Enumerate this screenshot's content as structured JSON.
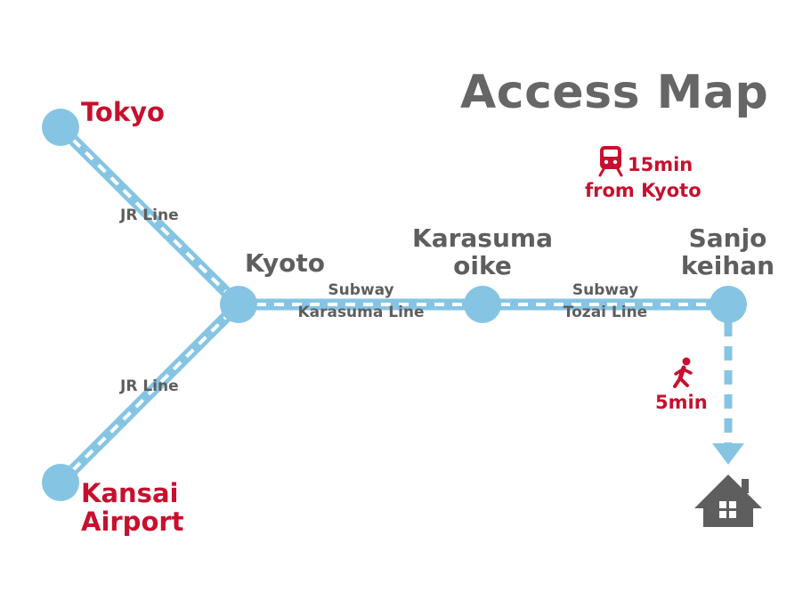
{
  "title": "Access Map",
  "colors": {
    "line": "#85c5e3",
    "accent": "#c8102e",
    "text": "#5e5e5e",
    "house": "#5e5e5e"
  },
  "stations": {
    "tokyo": "Tokyo",
    "kyoto": "Kyoto",
    "karasuma_oike": [
      "Karasuma",
      "oike"
    ],
    "sanjo_keihan": [
      "Sanjo",
      "keihan"
    ],
    "kansai_airport": [
      "Kansai",
      "Airport"
    ]
  },
  "lines": {
    "jr_upper": "JR Line",
    "jr_lower": "JR Line",
    "subway_karasuma": [
      "Subway",
      "Karasuma Line"
    ],
    "subway_tozai": [
      "Subway",
      "Tozai Line"
    ]
  },
  "travel": {
    "train_time": "15min",
    "train_from": "from Kyoto",
    "walk_time": "5min"
  },
  "icons": [
    "train-icon",
    "walking-person-icon",
    "house-icon",
    "arrow-down-icon"
  ]
}
